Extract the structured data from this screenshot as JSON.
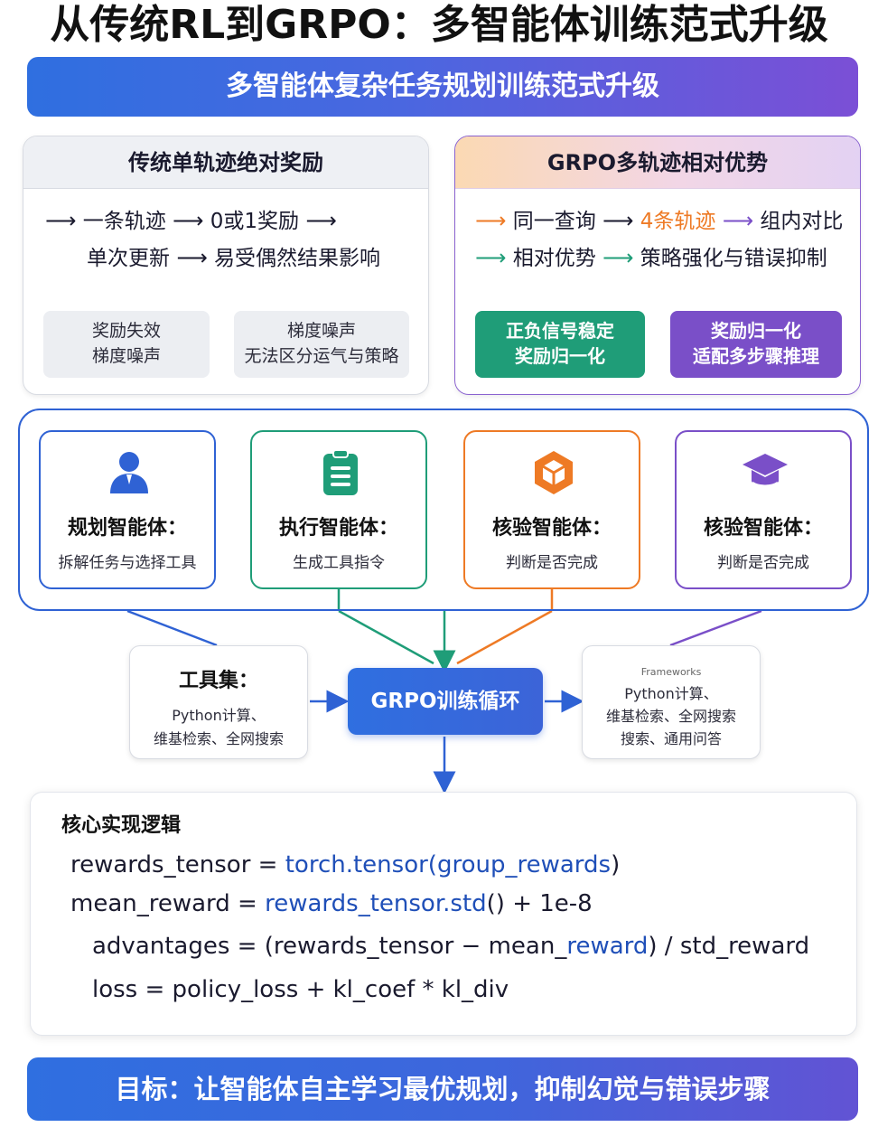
{
  "title": "从传统RL到GRPO：多智能体训练范式升级",
  "banner": "多智能体复杂任务规划训练范式升级",
  "left_panel": {
    "header": "传统单轨迹绝对奖励",
    "line1": [
      "一条轨迹",
      "0或1奖励"
    ],
    "line2": [
      "单次更新",
      "易受偶然结果影响"
    ],
    "box1": [
      "奖励失效",
      "梯度噪声"
    ],
    "box2": [
      "梯度噪声",
      "无法区分运气与策略"
    ]
  },
  "right_panel": {
    "header": "GRPO多轨迹相对优势",
    "line1": [
      "同一查询",
      "4条轨迹",
      "组内对比"
    ],
    "line2": [
      "相对优势",
      "策略强化与错误抑制"
    ],
    "box1": [
      "正负信号稳定",
      "奖励归一化"
    ],
    "box2": [
      "奖励归一化",
      "适配多步骤推理"
    ]
  },
  "agents": [
    {
      "title": "规划智能体：",
      "desc": "拆解任务与选择工具",
      "color": "#2f62d4"
    },
    {
      "title": "执行智能体：",
      "desc": "生成工具指令",
      "color": "#1f9d78"
    },
    {
      "title": "核验智能体：",
      "desc": "判断是否完成",
      "color": "#ee7a25"
    },
    {
      "title": "核验智能体：",
      "desc": "判断是否完成",
      "color": "#7a4fc8"
    }
  ],
  "tools_box": {
    "title": "工具集：",
    "lines": [
      "Python计算、",
      "维基检索、全网搜索"
    ]
  },
  "grpo_box": "GRPO训练循环",
  "right_box": {
    "caption": "Frameworks",
    "lines": [
      "Python计算、",
      "维基检索、全网搜索",
      "搜索、通用问答"
    ]
  },
  "code": {
    "heading": "核心实现逻辑",
    "line1": {
      "a": "rewards_tensor = ",
      "b": "torch.tensor(group_rewards",
      "c": ")"
    },
    "line2": {
      "a": "mean_reward = ",
      "b": "rewards_tensor.std",
      "c": "() + 1e-8"
    },
    "line3": {
      "a": "advantages = (rewards_tensor − mean_",
      "b": "reward",
      "c": ") / std_reward"
    },
    "line4": "loss = policy_loss + kl_coef * kl_div"
  },
  "bottom_banner": "目标：让智能体自主学习最优规划，抑制幻觉与错误步骤",
  "colors": {
    "blue": "#2f62d4",
    "green": "#1f9d78",
    "orange": "#ee7a25",
    "purple": "#7a4fc8"
  }
}
